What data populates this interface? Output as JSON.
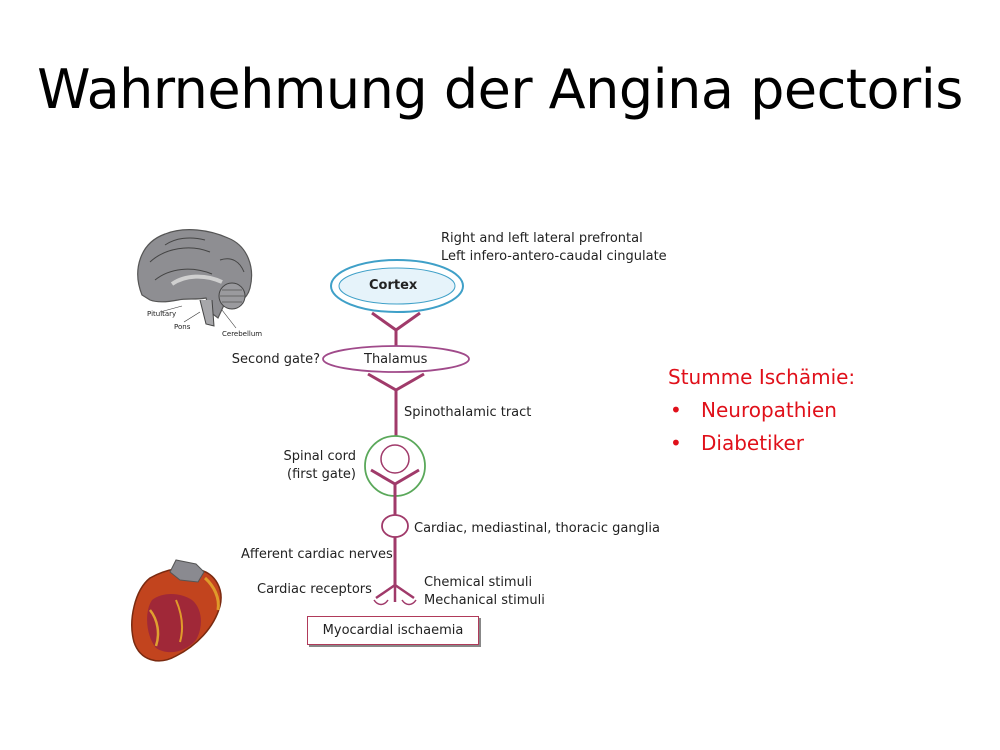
{
  "title": "Wahrnehmung der Angina pectoris",
  "diagram": {
    "cortex_region_line1": "Right and left lateral prefrontal",
    "cortex_region_line2": "Left infero-antero-caudal cingulate",
    "cortex": "Cortex",
    "second_gate": "Second gate?",
    "thalamus": "Thalamus",
    "spinothalamic": "Spinothalamic tract",
    "spinal_cord_line1": "Spinal cord",
    "spinal_cord_line2": "(first gate)",
    "ganglia": "Cardiac, mediastinal, thoracic ganglia",
    "afferent": "Afferent cardiac nerves",
    "receptors": "Cardiac receptors",
    "chemical": "Chemical stimuli",
    "mechanical": "Mechanical stimuli",
    "ischaemia": "Myocardial ischaemia",
    "brain_labels": {
      "pituitary": "Pituitary",
      "pons": "Pons",
      "cerebellum": "Cerebellum"
    }
  },
  "note": {
    "heading": "Stumme Ischämie:",
    "items": [
      "Neuropathien",
      "Diabetiker"
    ]
  },
  "colors": {
    "note": "#e0101a",
    "cortex": "#3fa0c8",
    "thalamus": "#a04a8a",
    "pathway": "#a03a6a",
    "spinal_cord": "#5aa85a"
  }
}
